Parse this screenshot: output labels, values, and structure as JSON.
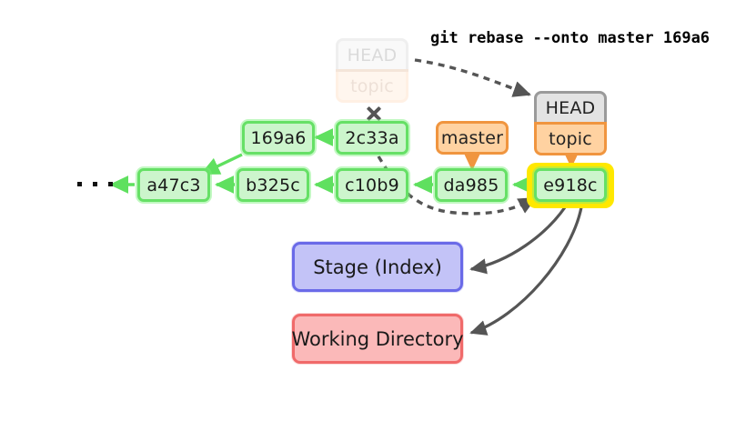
{
  "diagram": {
    "title_command": "git rebase --onto master 169a6",
    "ellipsis": "• • •",
    "colors": {
      "commit_fill": "#ccf5cc",
      "commit_border": "#66e066",
      "ref_head_fill": "#e3e3e3",
      "ref_head_border": "#9a9a9a",
      "ref_branch_fill": "#ffd2a1",
      "ref_branch_border": "#f0953f",
      "highlight": "#ffe800",
      "stage_fill": "#c3c3f7",
      "stage_border": "#6a6ae8",
      "working_fill": "#fbb9b9",
      "working_border": "#f06a6a",
      "edge_commit": "#5fe05f",
      "edge_ref": "#f0953f",
      "edge_move": "#555555"
    },
    "commits": [
      {
        "id": "a47c3"
      },
      {
        "id": "b325c"
      },
      {
        "id": "c10b9"
      },
      {
        "id": "da985"
      },
      {
        "id": "e918c"
      },
      {
        "id": "169a6"
      },
      {
        "id": "2c33a"
      }
    ],
    "refs": {
      "old_head": "HEAD",
      "old_topic": "topic",
      "new_head": "HEAD",
      "new_topic": "topic",
      "master": "master"
    },
    "areas": {
      "stage": "Stage (Index)",
      "working": "Working Directory"
    }
  }
}
